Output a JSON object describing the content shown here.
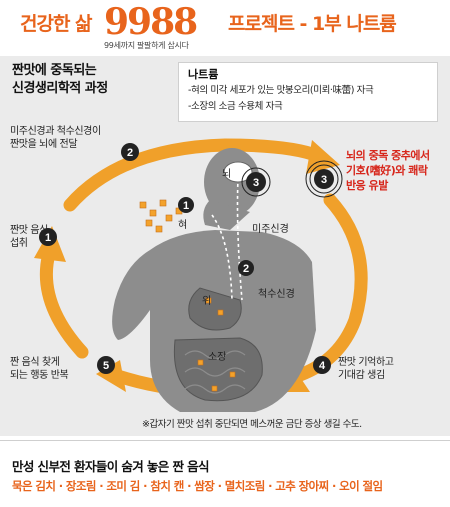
{
  "header": {
    "title_prefix": "건강한 삶",
    "title_number": "9988",
    "title_suffix": "프로젝트 - 1부 나트륨",
    "subtitle": "99세까지 팔팔하게 삽시다"
  },
  "diagram": {
    "heading_line1": "짠맛에 중독되는",
    "heading_line2": "신경생리학적 과정",
    "box": {
      "title": "나트륨",
      "line1": "-혀의 미각 세포가 있는 맛봉오리(미뢰·味蕾) 자극",
      "line2": "-소장의 소금 수용체 자극"
    },
    "steps": [
      {
        "num": "1",
        "label_line1": "짠맛 음식",
        "label_line2": "섭취"
      },
      {
        "num": "2",
        "label_line1": "미주신경과 척수신경이",
        "label_line2": "짠맛을 뇌에 전달"
      },
      {
        "num": "3",
        "label_line1": "뇌의 중독 중추에서",
        "label_line2": "기호(嗜好)와 쾌락",
        "label_line3": "반응 유발"
      },
      {
        "num": "4",
        "label_line1": "짠맛 기억하고",
        "label_line2": "기대감 생김"
      },
      {
        "num": "5",
        "label_line1": "짠 음식 찾게",
        "label_line2": "되는 행동 반복"
      }
    ],
    "body_labels": {
      "brain": "뇌",
      "tongue": "혀",
      "vagus": "미주신경",
      "spinal": "척수신경",
      "stomach": "위",
      "intestine": "소장"
    },
    "note": "※갑자기 짠맛 섭취 중단되면 메스꺼운 금단 증상 생길 수도."
  },
  "footer": {
    "title": "만성 신부전 환자들이 숨겨 놓은 짠 음식",
    "foods": "묵은 김치 · 장조림 · 조미 김 · 참치 캔 · 쌈장 · 멸치조림 · 고추 장아찌 · 오이 절임"
  },
  "colors": {
    "accent": "#e8641c",
    "arrow": "#f0a02a",
    "alert": "#d7261b",
    "figure": "#8a8a8a",
    "marker": "#222222"
  }
}
